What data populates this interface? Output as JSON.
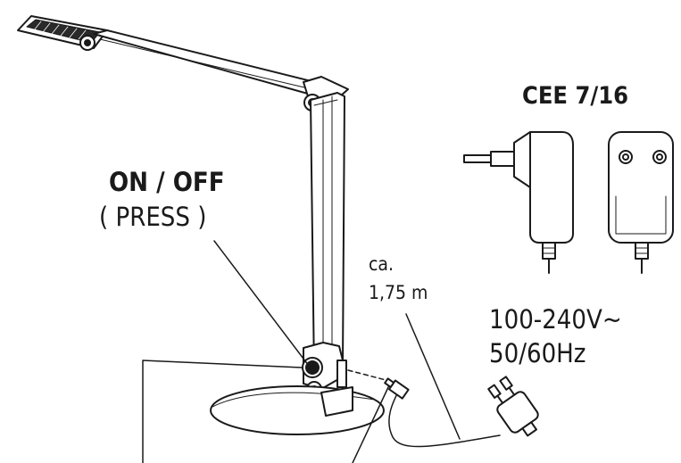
{
  "labels": {
    "plug_standard": "CEE 7/16",
    "switch_title": "ON / OFF",
    "switch_hint": "( PRESS )",
    "cable_prefix": "ca.",
    "cable_length": "1,75 m",
    "voltage": "100-240V~",
    "frequency": "50/60Hz"
  },
  "colors": {
    "line": "#1a1a1a",
    "fill": "#ffffff"
  }
}
